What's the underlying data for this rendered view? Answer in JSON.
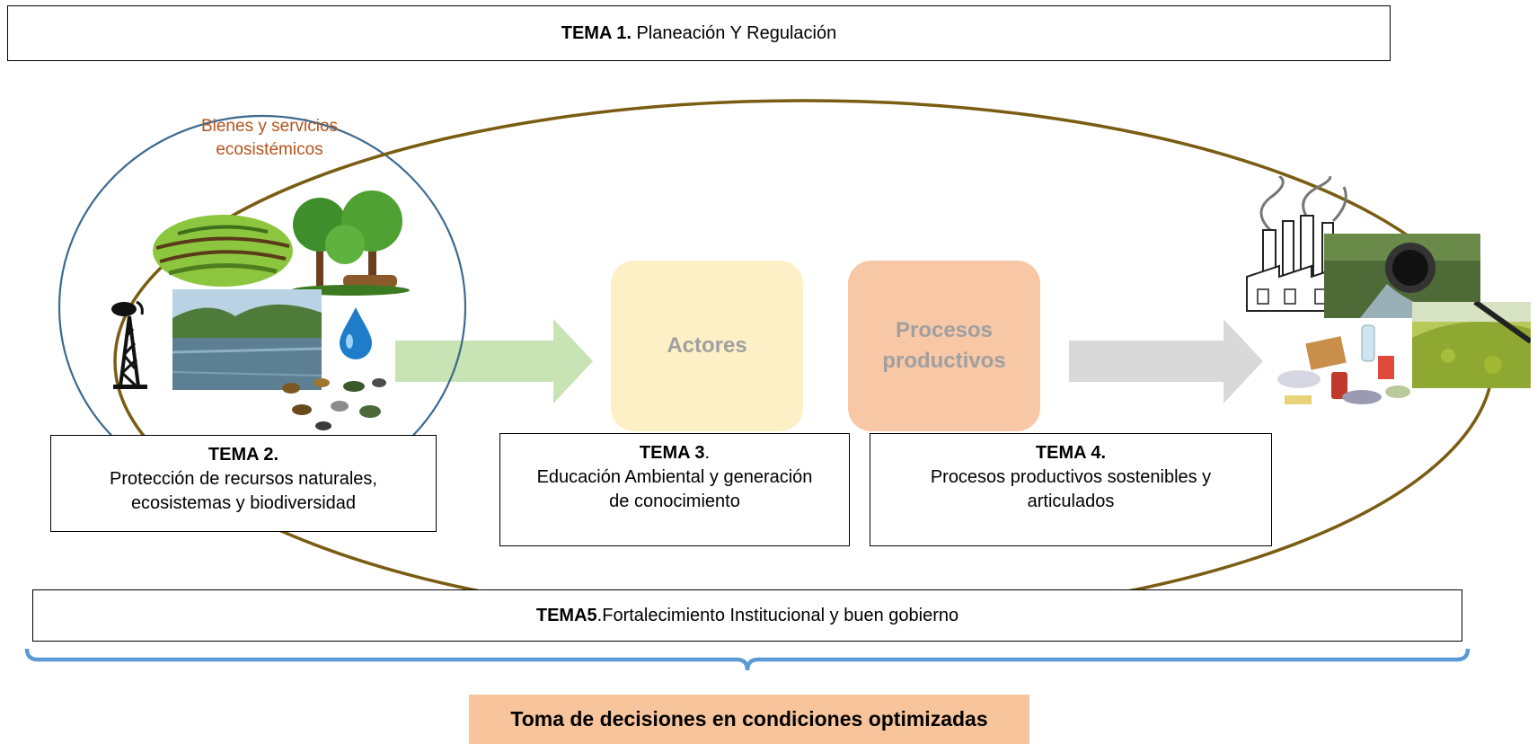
{
  "tema1": {
    "title": "TEMA 1.",
    "text": " Planeación Y Regulación"
  },
  "ecosystem_label": {
    "line1": "Bienes y servicios",
    "line2": "ecosistémicos"
  },
  "nodes": {
    "actores": "Actores",
    "procesos_line1": "Procesos",
    "procesos_line2": "productivos"
  },
  "tema2": {
    "title": "TEMA 2.",
    "line1": "Protección de recursos naturales,",
    "line2": "ecosistemas y biodiversidad"
  },
  "tema3": {
    "title": "TEMA 3",
    "title_suffix": ".",
    "line1": "Educación Ambiental y generación",
    "line2": "de conocimiento"
  },
  "tema4": {
    "title": "TEMA 4.",
    "line1": "Procesos productivos sostenibles y",
    "line2": "articulados"
  },
  "tema5": {
    "title": "TEMA5",
    "text": ".Fortalecimiento Institucional y buen gobierno"
  },
  "decision": {
    "text": "Toma de decisiones en condiciones optimizadas"
  },
  "icons": [
    "farm-field-icon",
    "trees-icon",
    "oil-derrick-icon",
    "river-photo",
    "water-drop-icon",
    "minerals-icon",
    "factory-icon",
    "drain-pipe-photo",
    "waste-icon",
    "harvest-photo"
  ],
  "colors": {
    "circle": "#3d6a8f",
    "ellipse": "#7a5c12",
    "arrow_green": "#c8e3b4",
    "arrow_gray": "#d9d9d9",
    "actores_fill": "#fdf0c6",
    "procesos_fill": "#f7c7a6",
    "brace": "#5b9bd5",
    "decision_fill": "#f7c49c",
    "eco_label": "#b3531c"
  }
}
